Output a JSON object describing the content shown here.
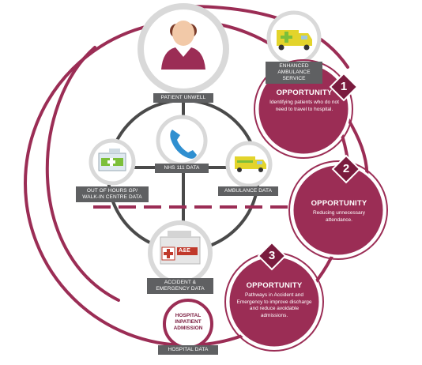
{
  "colors": {
    "primary": "#9b2d55",
    "label_bg": "#5f6062",
    "connector": "#4a4a4a",
    "node_ring": "#d9d9d9",
    "icon_blue": "#2f8fd0",
    "icon_green": "#7cbf3a",
    "icon_yellow": "#e3d42b"
  },
  "nodes": {
    "patient": {
      "label": "PATIENT UNWELL",
      "icon": "patient-icon"
    },
    "nhs111": {
      "label": "NHS 111 DATA",
      "icon": "phone-icon"
    },
    "gp": {
      "label": "OUT OF HOURS GP/ WALK-IN CENTRE DATA",
      "icon": "gp-centre-icon"
    },
    "ambulance": {
      "label": "AMBULANCE DATA",
      "icon": "ambulance-icon"
    },
    "enhanced_ambulance": {
      "label": "ENHANCED AMBULANCE SERVICE",
      "icon": "ambulance-icon"
    },
    "ae": {
      "label": "ACCIDENT & EMERGENCY DATA",
      "sign": "A&E",
      "icon": "hospital-icon"
    },
    "hospital": {
      "label": "HOSPITAL DATA",
      "circle_text": "HOSPITAL INPATIENT ADMISSION"
    }
  },
  "opportunities": [
    {
      "number": "1",
      "title": "OPPORTUNITY",
      "description": "Identifying patients who do not need to travel to hospital."
    },
    {
      "number": "2",
      "title": "OPPORTUNITY",
      "description": "Reducing unnecessary attendance."
    },
    {
      "number": "3",
      "title": "OPPORTUNITY",
      "description": "Pathways in Accident and Emergency to improve discharge and reduce avoidable admissions."
    }
  ]
}
